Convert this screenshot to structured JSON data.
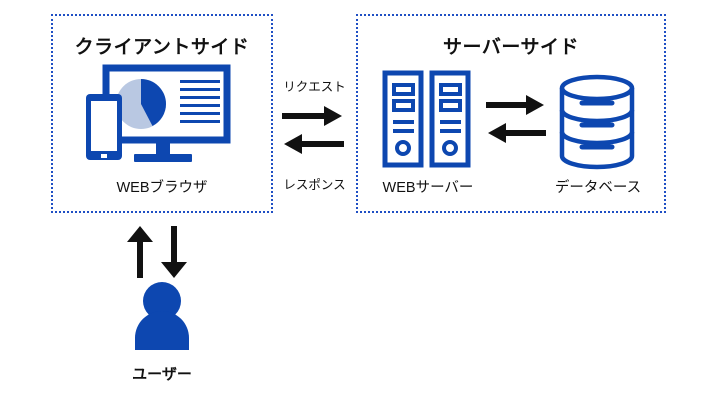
{
  "diagram": {
    "title_client": "クライアントサイド",
    "title_server": "サーバーサイド",
    "colors": {
      "accent_blue": "#0d47b0",
      "light_blue": "#b9c8e2",
      "border_blue": "#1f4fc4",
      "arrow_black": "#111111",
      "background": "#ffffff"
    },
    "client": {
      "box_title": "クライアントサイド",
      "node_label": "WEBブラウザ",
      "icons": [
        "monitor-icon",
        "smartphone-icon",
        "pie-chart-icon",
        "text-lines-icon"
      ]
    },
    "server": {
      "box_title": "サーバーサイド",
      "web_server_label": "WEBサーバー",
      "database_label": "データベース",
      "icons": [
        "server-rack-icon",
        "database-cylinder-icon",
        "exchange-arrows-icon"
      ]
    },
    "flow": {
      "request_label": "リクエスト",
      "response_label": "レスポンス",
      "icons": [
        "arrow-right-icon",
        "arrow-left-icon"
      ]
    },
    "user": {
      "label": "ユーザー",
      "icons": [
        "person-icon",
        "arrow-up-icon",
        "arrow-down-icon"
      ]
    }
  }
}
